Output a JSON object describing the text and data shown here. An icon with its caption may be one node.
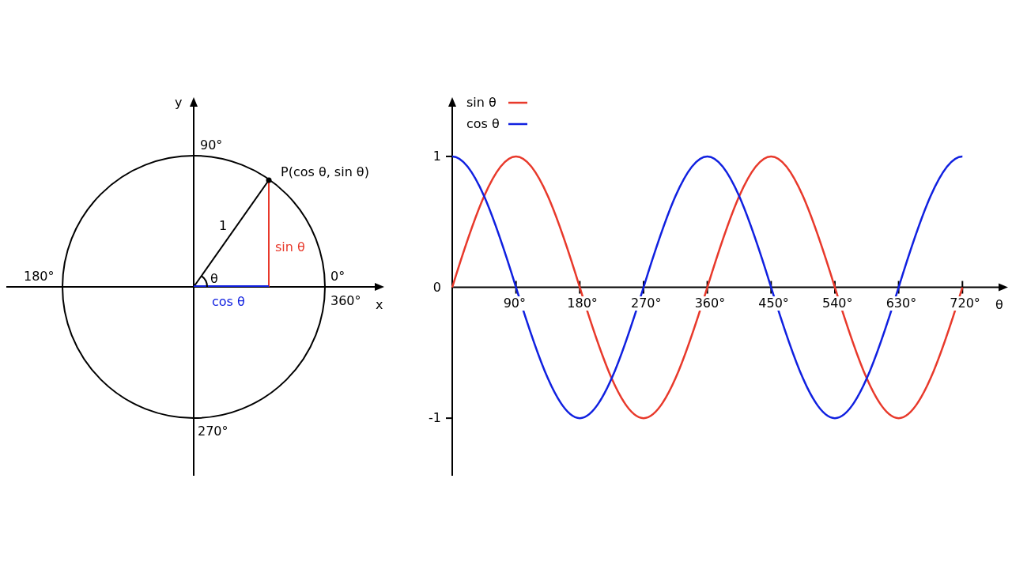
{
  "diagram": {
    "labels": [
      "y",
      "90°",
      "P(cos θ, sin θ)",
      "1",
      "sin θ",
      "180°",
      "θ",
      "0°",
      "360°",
      "cos θ",
      "x",
      "270°"
    ],
    "chart_data": {
      "type": "line",
      "xlabel": "θ",
      "x": [
        0,
        90,
        180,
        270,
        360,
        450,
        540,
        630,
        720
      ],
      "xlim": [
        0,
        771
      ],
      "ylim": [
        -1.44,
        1.38
      ],
      "legend": true,
      "series": [
        {
          "name": "sin θ",
          "color": "#e8392b",
          "values": [
            0,
            1,
            0,
            -1,
            0,
            1,
            0,
            -1,
            0
          ]
        },
        {
          "name": "cos θ",
          "color": "#1020e0",
          "values": [
            1,
            0,
            -1,
            0,
            1,
            0,
            -1,
            0,
            1
          ]
        }
      ],
      "xticks": [
        {
          "value": 90,
          "label": "90°"
        },
        {
          "value": 180,
          "label": "180°"
        },
        {
          "value": 270,
          "label": "270°"
        },
        {
          "value": 360,
          "label": "360°"
        },
        {
          "value": 450,
          "label": "450°"
        },
        {
          "value": 540,
          "label": "540°"
        },
        {
          "value": 630,
          "label": "630°"
        },
        {
          "value": 720,
          "label": "720°"
        }
      ],
      "yticks": [
        {
          "value": -1,
          "label": "-1"
        },
        {
          "value": 0,
          "label": "0"
        },
        {
          "value": 1,
          "label": "1"
        }
      ]
    }
  }
}
